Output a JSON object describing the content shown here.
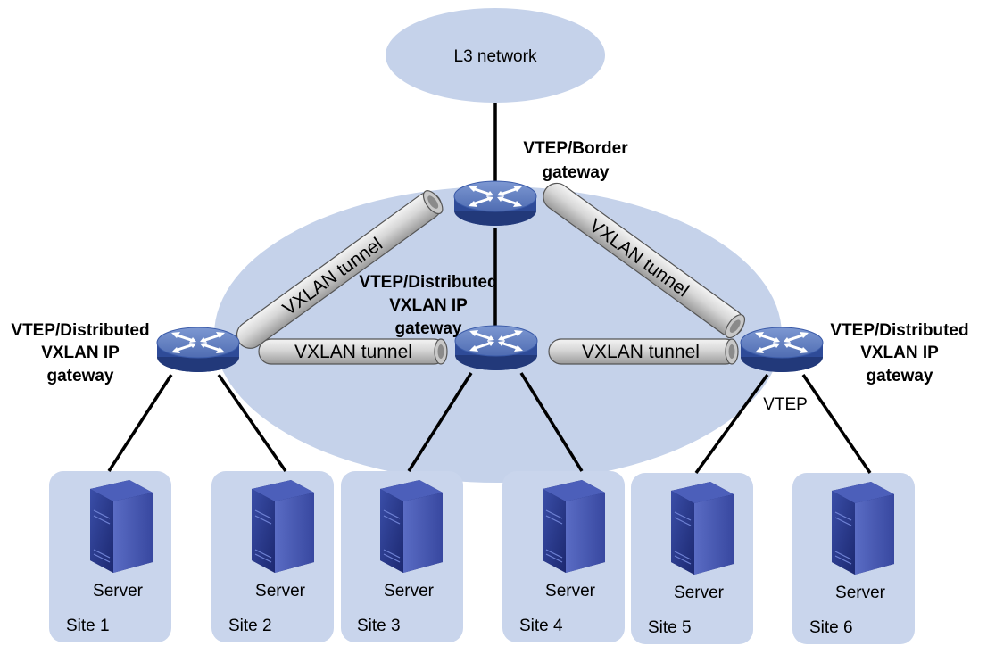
{
  "l3_network": {
    "label": "L3 network"
  },
  "border_gateway": {
    "label_lines": [
      "VTEP/Border",
      "gateway"
    ]
  },
  "center_gateway": {
    "label_lines": [
      "VTEP/Distributed",
      "VXLAN IP",
      "gateway"
    ]
  },
  "left_gateway": {
    "label_lines": [
      "VTEP/Distributed",
      "VXLAN IP",
      "gateway"
    ]
  },
  "right_gateway": {
    "label_lines": [
      "VTEP/Distributed",
      "VXLAN IP",
      "gateway"
    ],
    "sub_label": "VTEP"
  },
  "tunnels": [
    {
      "label": "VXLAN tunnel"
    },
    {
      "label": "VXLAN tunnel"
    },
    {
      "label": "VXLAN tunnel"
    },
    {
      "label": "VXLAN tunnel"
    }
  ],
  "sites": [
    {
      "site_label": "Site 1",
      "server_label": "Server"
    },
    {
      "site_label": "Site 2",
      "server_label": "Server"
    },
    {
      "site_label": "Site 3",
      "server_label": "Server"
    },
    {
      "site_label": "Site 4",
      "server_label": "Server"
    },
    {
      "site_label": "Site 5",
      "server_label": "Server"
    },
    {
      "site_label": "Site 6",
      "server_label": "Server"
    }
  ],
  "colors": {
    "cloud_fill": "#c5d2ea",
    "site_fill": "#c9d5ec",
    "router_top": "#5f7fc0",
    "router_side": "#27408b",
    "tunnel_fill": "#d9d9d9",
    "server_front": "#2b3b8f"
  }
}
